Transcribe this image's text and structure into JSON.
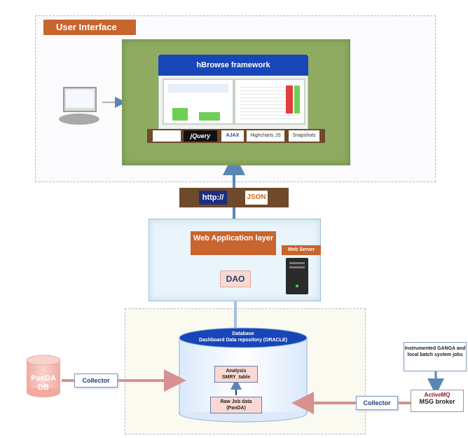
{
  "ui": {
    "title": "User Interface",
    "framework_title": "hBrowse framework",
    "libraries": [
      "",
      "jQuery",
      "AJAX",
      "Highcharts JS",
      "Snapshots"
    ]
  },
  "protocols": {
    "http": "http://",
    "json": "JSON"
  },
  "web": {
    "app_layer": "Web Application layer",
    "server": "Web Server",
    "dao": "DAO"
  },
  "database": {
    "title_line1": "Database",
    "title_line2": "Dashboard Data repository (ORACLE)",
    "analysis_table": "Analysis SMRY_table",
    "raw_job_data": "Raw Job data (PanDA)"
  },
  "panda": {
    "label": "PanDA DB"
  },
  "collectors": {
    "left": "Collector",
    "right": "Collector"
  },
  "external": {
    "instrumented": "Instrumented GANGA and local batch system jobs",
    "activemq": "ActiveMQ",
    "msg_broker": "MSG broker"
  },
  "colors": {
    "accent_orange": "#c8642e",
    "framework_blue": "#1846b8",
    "ui_green": "#8eab61",
    "library_brown": "#6e4a2a",
    "arrow_blue": "#5a86b6",
    "arrow_red": "#d89090"
  }
}
